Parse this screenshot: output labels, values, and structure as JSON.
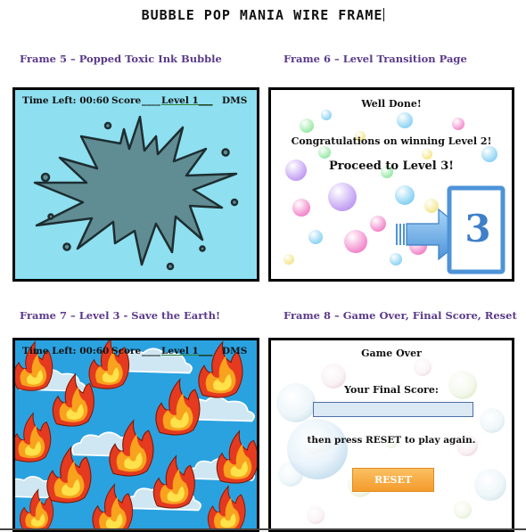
{
  "header": {
    "title": "BUBBLE POP MANIA WIRE FRAME"
  },
  "frames": [
    {
      "label": "Frame 5 – Popped Toxic Ink Bubble"
    },
    {
      "label": "Frame 6 – Level Transition Page"
    },
    {
      "label": "Frame 7 – Level 3  - Save the Earth!"
    },
    {
      "label": "Frame 8 – Game Over, Final Score, Reset"
    }
  ],
  "hud": {
    "time_left": "Time Left: 00:60",
    "score": "Score",
    "score_blank": "____",
    "level": "Level 1___",
    "initials": "DMS"
  },
  "transition": {
    "well_done": "Well Done!",
    "congrats": "Congratulations on winning Level 2!",
    "proceed": "Proceed to Level 3!",
    "next_level_number": "3"
  },
  "game_over": {
    "title": "Game Over",
    "final_score_label": "Your Final Score:",
    "final_score_value": "",
    "instruction": "then press RESET to play again.",
    "reset_label": "RESET"
  },
  "colors": {
    "label_purple": "#5b3a8a",
    "sky_blue": "#8edff0",
    "ink": "#5f8d93",
    "reset_orange": "#f7a843"
  }
}
